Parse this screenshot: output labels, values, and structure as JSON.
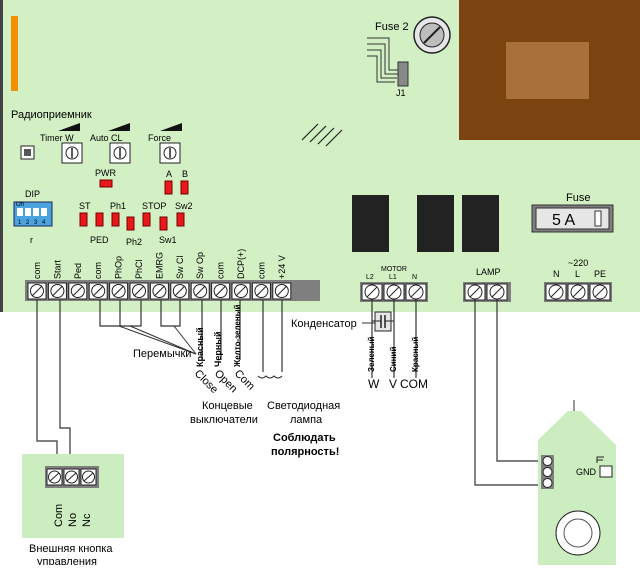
{
  "board": {
    "radio_receiver": "Радиоприемник",
    "trimmers": [
      "Timer W",
      "Auto CL",
      "Force"
    ],
    "pwr": "PWR",
    "led_a": "A",
    "led_b": "B",
    "dip": "DIP",
    "dip_on": "On",
    "dip_nums": [
      "1",
      "2",
      "3",
      "4"
    ],
    "dip_r": "r",
    "indicators_top": [
      "ST",
      "Ph1",
      "STOP",
      "Sw2"
    ],
    "indicators_bottom": [
      "PED",
      "Ph2",
      "Sw1"
    ],
    "fuse2": "Fuse 2",
    "j1": "J1",
    "fuse": "Fuse",
    "fuse_value": "5 A",
    "motor": "MOTOR",
    "motor_terms": [
      "L2",
      "L1",
      "N"
    ],
    "lamp": "LAMP",
    "power_voltage": "~220",
    "power_terms": [
      "N",
      "L",
      "PE"
    ]
  },
  "terminals": [
    "com",
    "Start",
    "Ped",
    "com",
    "PhOp",
    "PhCl",
    "EMRG",
    "Sw Cl",
    "Sw Op",
    "com",
    "DCP(+)",
    "com",
    "+24 V"
  ],
  "wires": {
    "limit_colors": [
      "Красный",
      "Черный",
      "Желто-зеленый"
    ],
    "limit_ends": [
      "Close",
      "Open",
      "Com"
    ],
    "motor_colors": [
      "Зеленый",
      "Синий",
      "Красный"
    ],
    "motor_ends": [
      "W",
      "V",
      "COM"
    ]
  },
  "labels": {
    "jumpers": "Перемычки",
    "capacitor": "Конденсатор",
    "limit_line1": "Концевые",
    "limit_line2": "выключатели",
    "led_line1": "Светодиодная",
    "led_line2": "лампа",
    "polarity_line1": "Соблюдать",
    "polarity_line2": "полярность!",
    "button_terms": [
      "Com",
      "No",
      "Nc"
    ],
    "button_line1": "Внешняя кнопка",
    "button_line2": "управления",
    "lamp_gnd": "GND"
  },
  "colors": {
    "board": "#d3f0c4",
    "terminal_bg": "#7f7f7f",
    "orange": "#f39100",
    "transformer": "#7a4310",
    "transformer_core": "#a9703c",
    "relay": "#222222",
    "led_red": "#e8191a",
    "dip_blue": "#4aa3de",
    "lamp_board": "#ccedc0"
  }
}
